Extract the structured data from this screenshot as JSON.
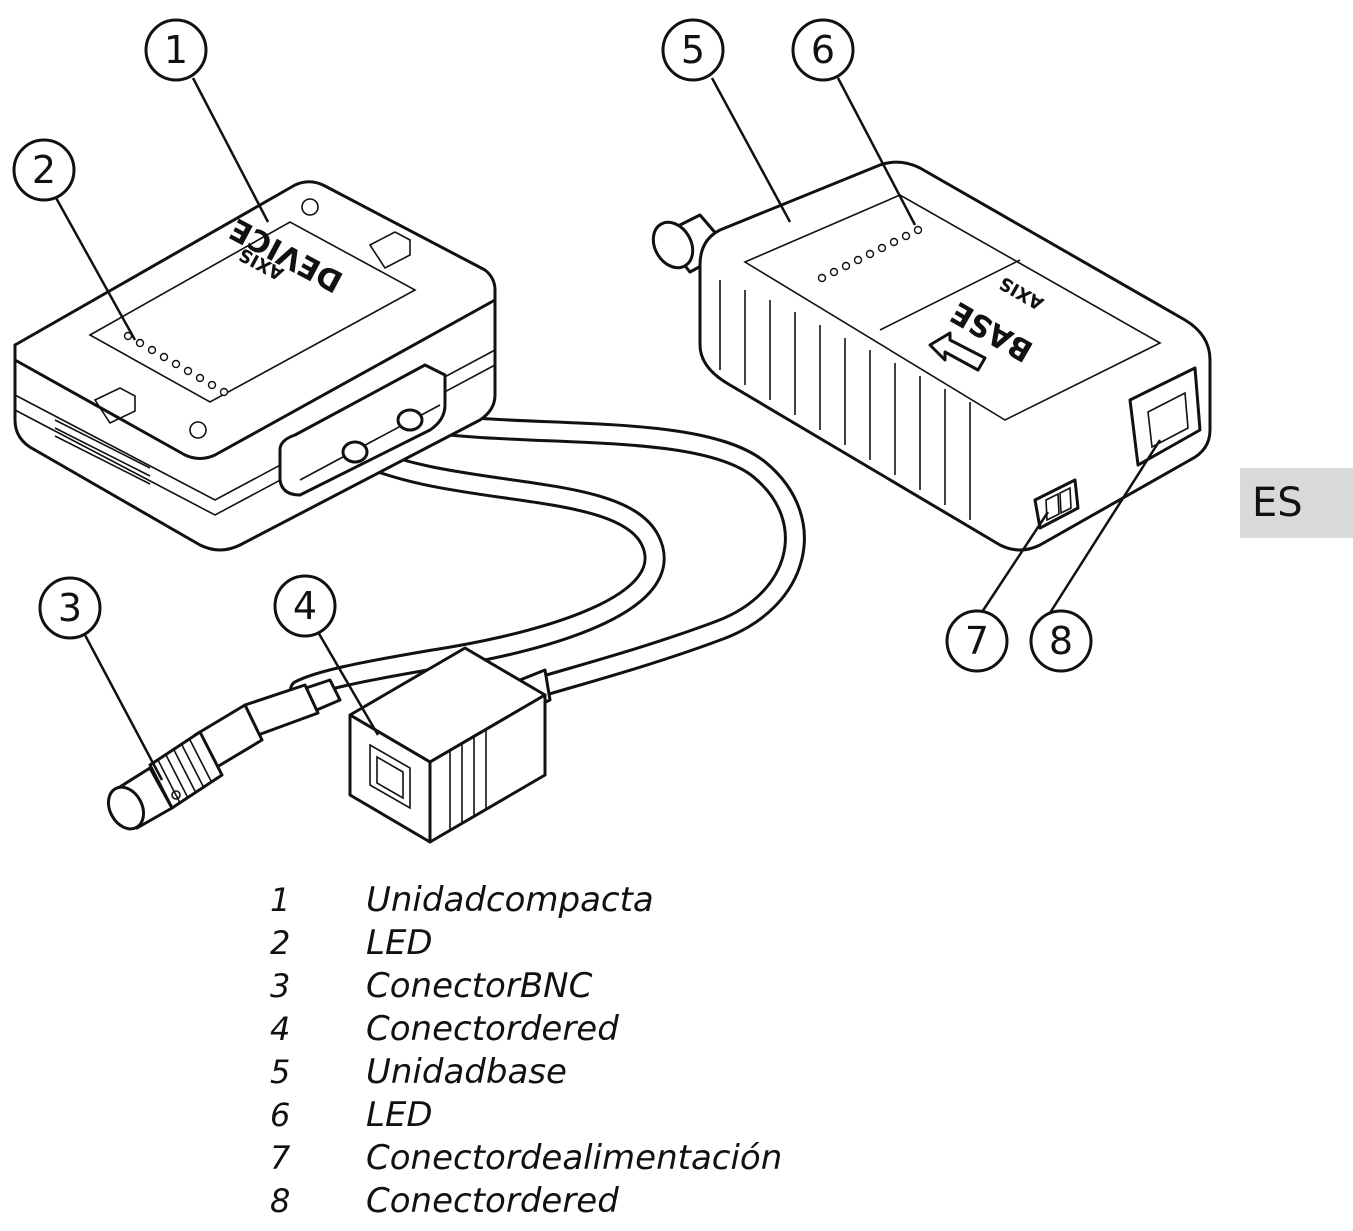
{
  "callouts": [
    {
      "number": "1"
    },
    {
      "number": "2"
    },
    {
      "number": "3"
    },
    {
      "number": "4"
    },
    {
      "number": "5"
    },
    {
      "number": "6"
    },
    {
      "number": "7"
    },
    {
      "number": "8"
    }
  ],
  "device_label": {
    "brand": "AXIS",
    "title": "DEVICE"
  },
  "base_label": {
    "brand": "AXIS",
    "title": "BASE"
  },
  "legend": [
    {
      "number": "1",
      "label": "Unidadcompacta"
    },
    {
      "number": "2",
      "label": "LED"
    },
    {
      "number": "3",
      "label": "ConectorBNC"
    },
    {
      "number": "4",
      "label": "Conectordered"
    },
    {
      "number": "5",
      "label": "Unidadbase"
    },
    {
      "number": "6",
      "label": "LED"
    },
    {
      "number": "7",
      "label": "Conectordealimentación"
    },
    {
      "number": "8",
      "label": "Conectordered"
    }
  ],
  "language_tab": "ES",
  "colors": {
    "ink": "#111111",
    "tab_background": "#d9d9d9"
  }
}
